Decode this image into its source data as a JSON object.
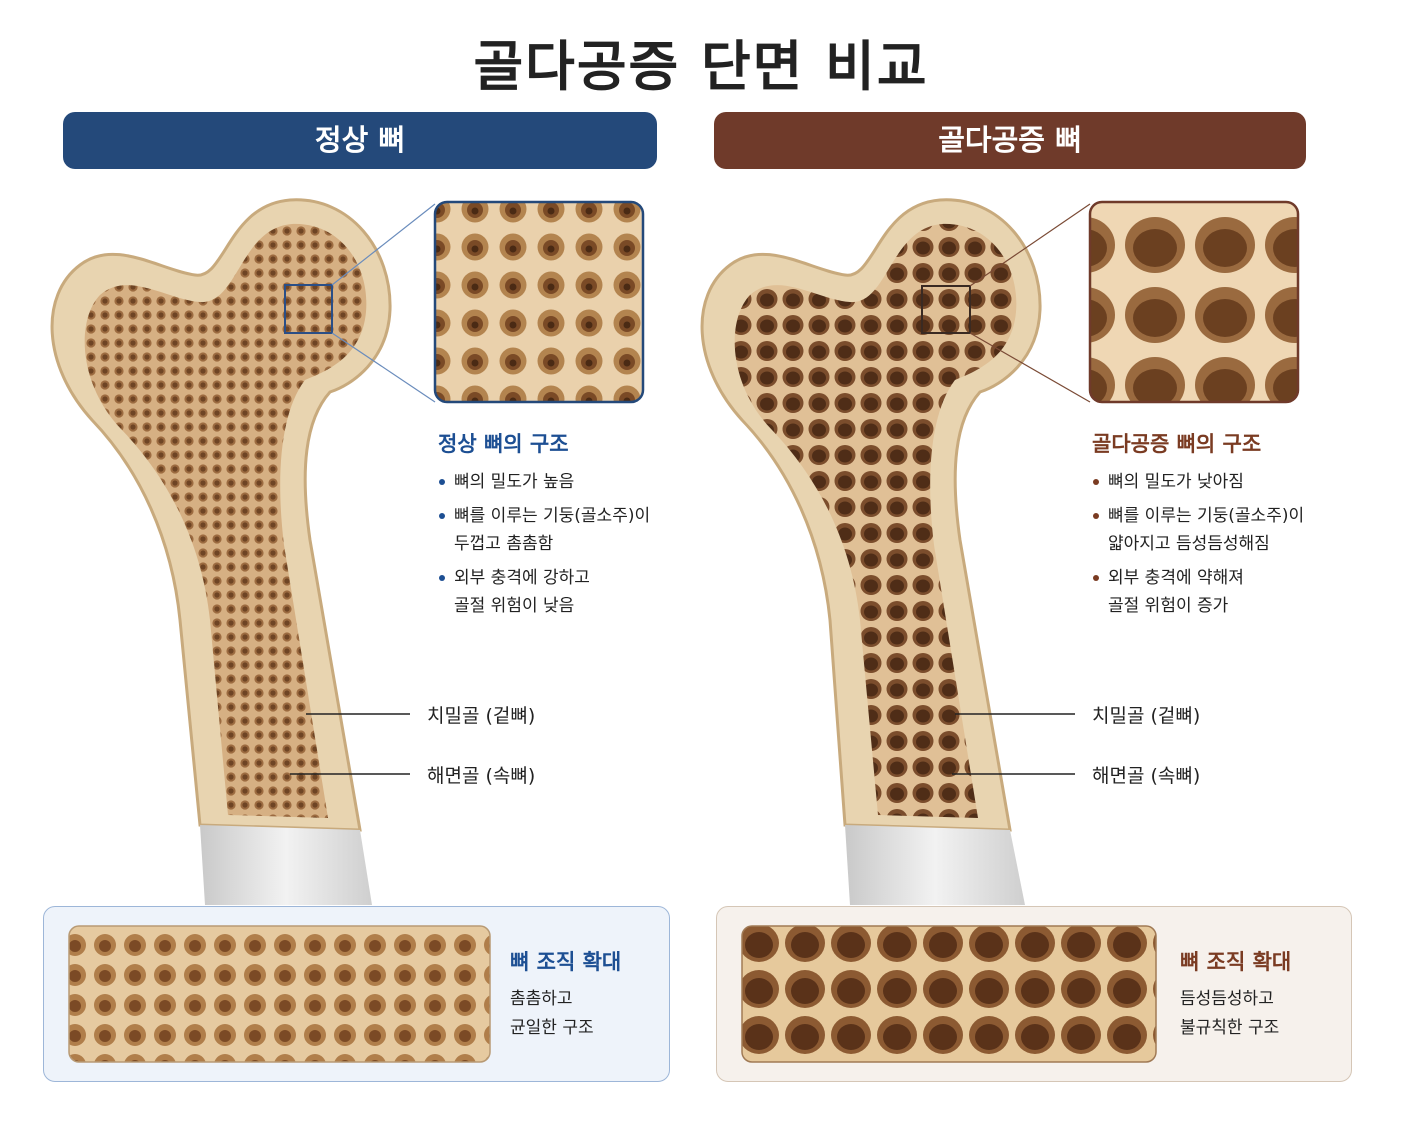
{
  "title": "골다공증 단면 비교",
  "colors": {
    "normal_accent": "#24497a",
    "osteo_accent": "#6f3a2a",
    "bone_cortex": "#e7d2ad",
    "bone_marrow_normal": "#c99d6c",
    "bone_marrow_osteo": "#8a5f3c"
  },
  "normal": {
    "banner": "정상 뼈",
    "structure_title": "정상 뼈의 구조",
    "bullets": [
      {
        "lines": [
          "뼈의 밀도가 높음"
        ]
      },
      {
        "lines": [
          "뼈를 이루는 기둥(골소주)이",
          "두껍고 촘촘함"
        ]
      },
      {
        "lines": [
          "외부 충격에 강하고",
          "골절 위험이 낮음"
        ]
      }
    ],
    "label_cortical": "치밀골 (겉뼈)",
    "label_spongy": "해면골 (속뼈)",
    "detail_title": "뼈 조직 확대",
    "detail_lines": [
      "촘촘하고",
      "균일한 구조"
    ]
  },
  "osteo": {
    "banner": "골다공증 뼈",
    "structure_title": "골다공증 뼈의 구조",
    "bullets": [
      {
        "lines": [
          "뼈의 밀도가 낮아짐"
        ]
      },
      {
        "lines": [
          "뼈를 이루는 기둥(골소주)이",
          "얇아지고 듬성듬성해짐"
        ]
      },
      {
        "lines": [
          "외부 충격에 약해져",
          "골절 위험이 증가"
        ]
      }
    ],
    "label_cortical": "치밀골 (겉뼈)",
    "label_spongy": "해면골 (속뼈)",
    "detail_title": "뼈 조직 확대",
    "detail_lines": [
      "듬성듬성하고",
      "불규칙한 구조"
    ]
  }
}
